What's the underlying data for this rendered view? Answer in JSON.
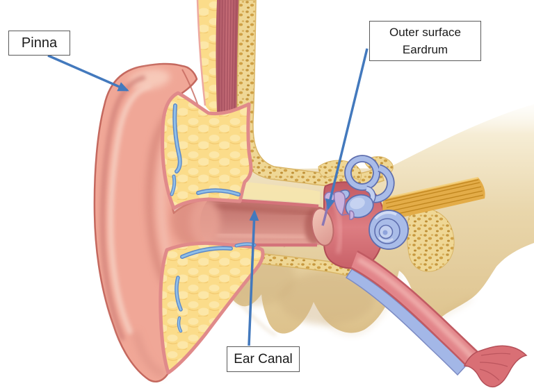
{
  "figure": {
    "type": "anatomy-diagram",
    "subject": "Cross-section of the human ear",
    "labels": {
      "pinna": {
        "text": "Pinna"
      },
      "outer_surface_eardrum": {
        "line1": "Outer surface",
        "line2": "Eardrum"
      },
      "ear_canal": {
        "text": "Ear Canal"
      }
    },
    "colors": {
      "arrow": "#4379bd",
      "label_border": "#595959",
      "skin": "#f0a797",
      "skin_outline": "#c4685e",
      "fat": "#fbdc8a",
      "fat_rim": "#e08a8a",
      "bone": "#e6d1a4",
      "bone_speckle": "#c6983f",
      "muscle": "#c26470",
      "ear_canal_inner": "#c8766f",
      "middle_ear": "#d4646c",
      "eardrum": "#eebbae",
      "inner_ear_blue": "#a9bce8",
      "inner_ear_outline": "#5e6eae",
      "nerve": "#e3ac48",
      "eustachian_tube": "#e2858a",
      "tube_cartilage": "#a3b7e7",
      "vessel": "#8fbfe8"
    }
  }
}
